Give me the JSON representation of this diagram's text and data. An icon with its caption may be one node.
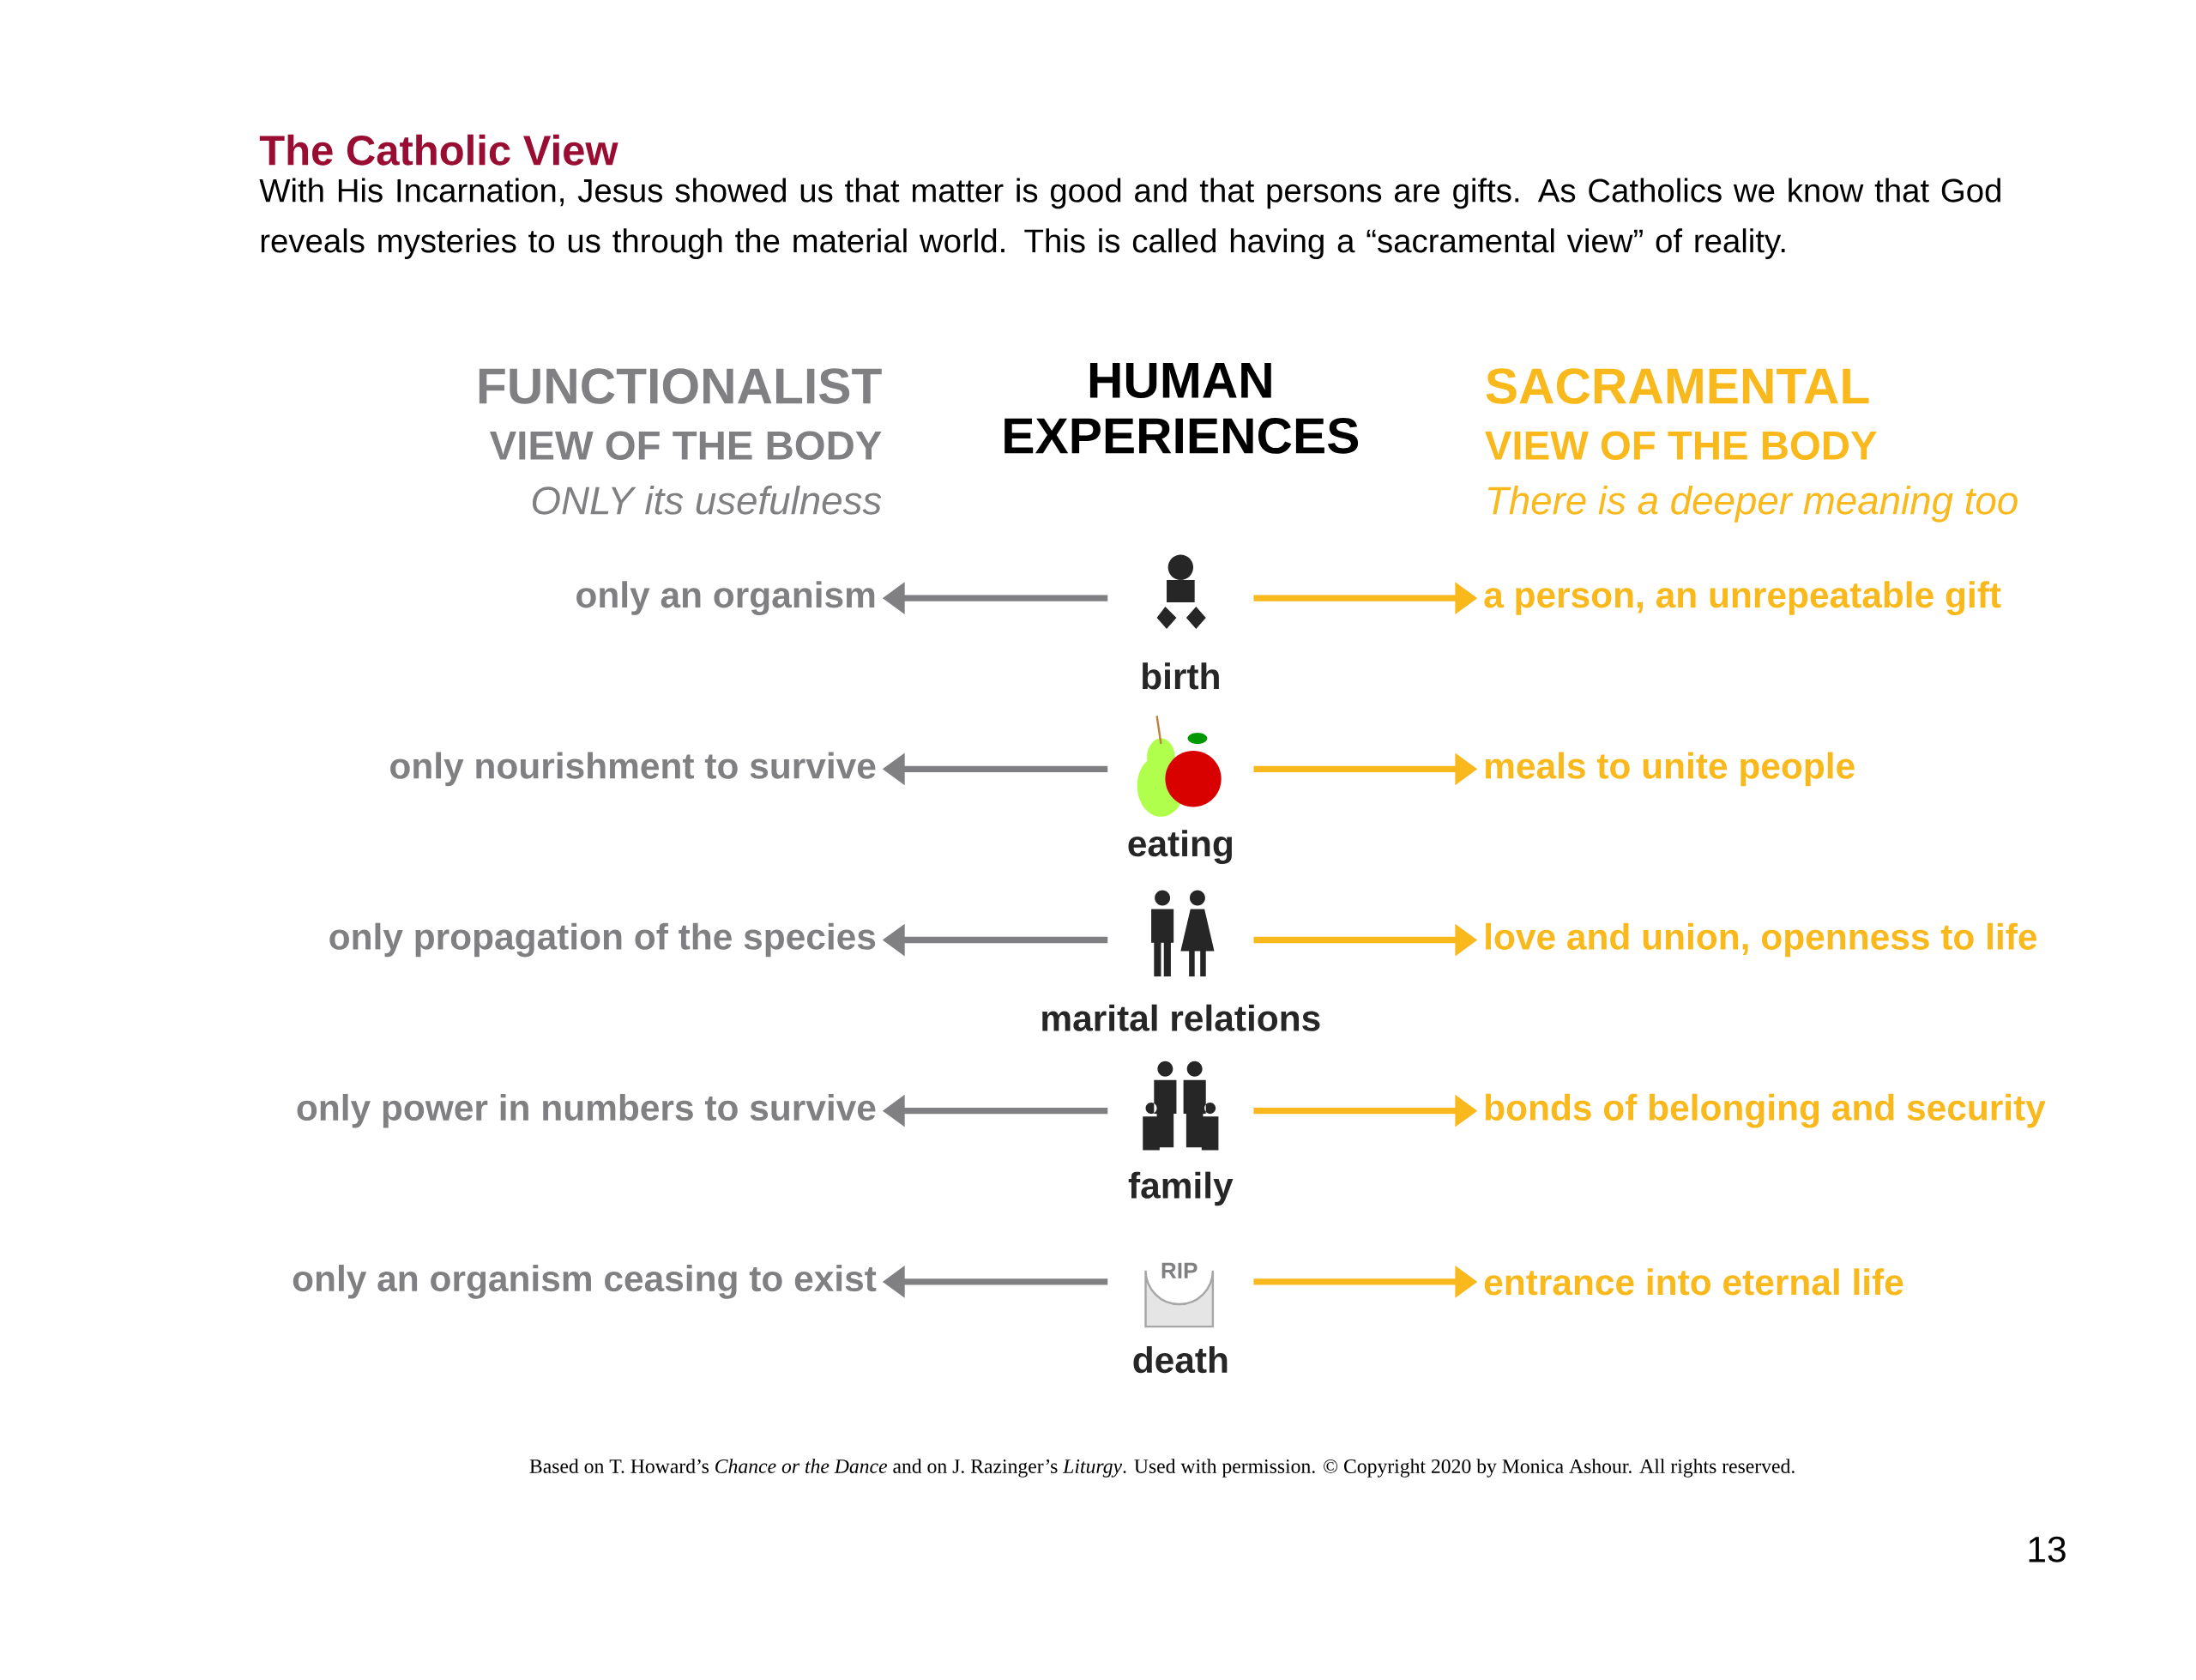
{
  "diagram": {
    "title": "The Catholic View",
    "caption": "Based on T. Howard’s *Chance or the Dance* and on J. Razinger’s *Liturgy*. Used with permission. © Copyright 2020 by Monica Ashour. All rights reserved.",
    "nodes": [
      {
        "text": [
          "only an organism"
        ]
      },
      {
        "text": [
          "birth"
        ]
      },
      {
        "text": [
          "a person, an unrepeatable gift"
        ]
      },
      {
        "text": [
          "only nourishment to survive"
        ]
      },
      {
        "text": [
          "eating"
        ]
      },
      {
        "text": [
          "meals to unite people"
        ]
      },
      {
        "text": [
          "only propagation of the species"
        ]
      },
      {
        "text": [
          "marital relations"
        ]
      },
      {
        "text": [
          "love and union, openness to life"
        ]
      },
      {
        "text": [
          "only power in numbers to survive"
        ]
      },
      {
        "text": [
          "family"
        ]
      },
      {
        "text": [
          "bonds of belonging and security"
        ]
      },
      {
        "text": [
          "only an organism ceasing to exist"
        ]
      },
      {
        "text": [
          "death"
        ]
      },
      {
        "text": [
          "entrance into eternal life"
        ]
      }
    ],
    "edges": [
      {
        "from": 1,
        "to": 0,
        "arrow": "to",
        "color": "#808083"
      },
      {
        "from": 1,
        "to": 2,
        "arrow": "to",
        "color": "#f9b91c"
      },
      {
        "from": 4,
        "to": 3,
        "arrow": "to",
        "color": "#808083"
      },
      {
        "from": 4,
        "to": 5,
        "arrow": "to",
        "color": "#f9b91c"
      },
      {
        "from": 7,
        "to": 6,
        "arrow": "to",
        "color": "#808083"
      },
      {
        "from": 7,
        "to": 8,
        "arrow": "to",
        "color": "#f9b91c"
      },
      {
        "from": 10,
        "to": 9,
        "arrow": "to",
        "color": "#808083"
      },
      {
        "from": 10,
        "to": 11,
        "arrow": "to",
        "color": "#f9b91c"
      },
      {
        "from": 13,
        "to": 12,
        "arrow": "to",
        "color": "#808083"
      },
      {
        "from": 13,
        "to": 14,
        "arrow": "to",
        "color": "#f9b91c"
      }
    ],
    "labels": [
      "With His Incarnation, Jesus showed us that matter is good and that persons are gifts. As Catholics we know that God reveals mysteries to us through the material world. This is called having a “sacramental view” of reality.",
      "FUNCTIONALIST",
      "VIEW OF THE BODY",
      "ONLY its usefulness",
      "HUMAN EXPERIENCES",
      "SACRAMENTAL",
      "VIEW OF THE BODY",
      "There is a deeper meaning too",
      "RIP",
      "13"
    ]
  }
}
